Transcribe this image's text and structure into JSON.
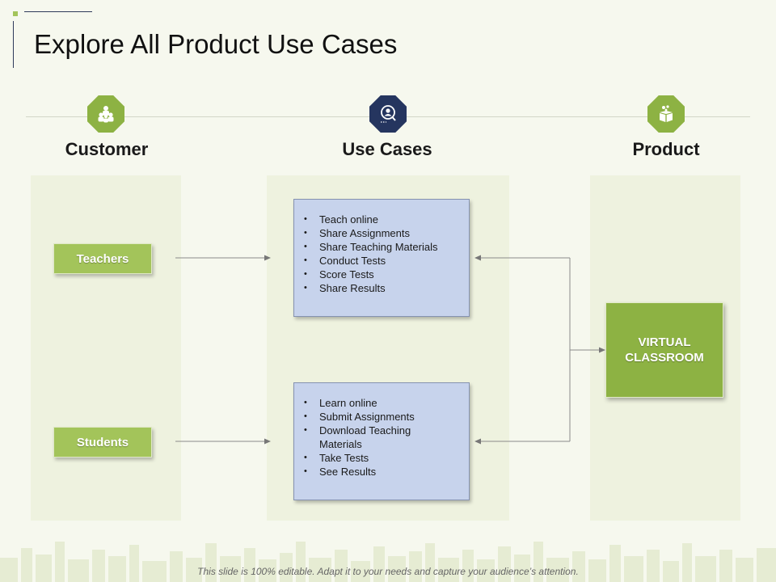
{
  "title": "Explore All Product Use Cases",
  "columns": {
    "customer": {
      "heading": "Customer",
      "icon": "group-people-icon"
    },
    "use_cases": {
      "heading": "Use Cases",
      "icon": "user-magnifier-icon"
    },
    "product": {
      "heading": "Product",
      "icon": "gift-box-icon"
    }
  },
  "customers": [
    {
      "label": "Teachers"
    },
    {
      "label": "Students"
    }
  ],
  "use_case_groups": [
    {
      "items": [
        "Teach online",
        "Share Assignments",
        "Share Teaching Materials",
        "Conduct Tests",
        "Score Tests",
        "Share Results"
      ]
    },
    {
      "items": [
        "Learn online",
        "Submit Assignments",
        "Download Teaching Materials",
        "Take Tests",
        "See Results"
      ]
    }
  ],
  "product": {
    "line1": "VIRTUAL",
    "line2": "CLASSROOM"
  },
  "footer": "This slide is 100% editable. Adapt it to your needs and capture your audience’s attention.",
  "colors": {
    "accent_green": "#8db243",
    "light_green": "#a3c45a",
    "navy": "#25355f",
    "use_box_fill": "#c7d3ec",
    "background": "#f6f8ee"
  }
}
